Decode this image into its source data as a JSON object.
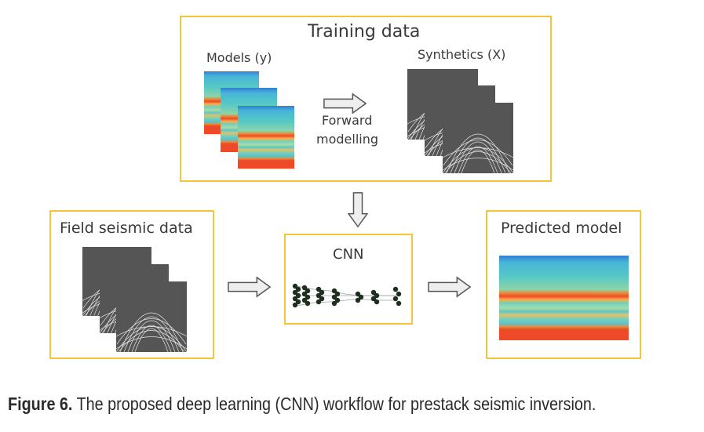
{
  "training_box": {
    "title": "Training data",
    "models_label": "Models (y)",
    "synthetics_label": "Synthetics (X)",
    "forward_line1": "Forward",
    "forward_line2": "modelling"
  },
  "field_box": {
    "title": "Field seismic data"
  },
  "cnn_box": {
    "title": "CNN"
  },
  "predicted_box": {
    "title": "Predicted model"
  },
  "caption": {
    "figure_label": "Figure 6.",
    "text": " The proposed deep learning (CNN) workflow for prestack seismic inversion."
  },
  "colors": {
    "box_border": "#f2c63a",
    "seismic_bg": "#555555",
    "arrow_fill": "#eeeeee",
    "arrow_stroke": "#555555",
    "model_top": "#3a8bd6",
    "model_mid": "#4fc3c8",
    "model_red": "#ef4a2a"
  }
}
